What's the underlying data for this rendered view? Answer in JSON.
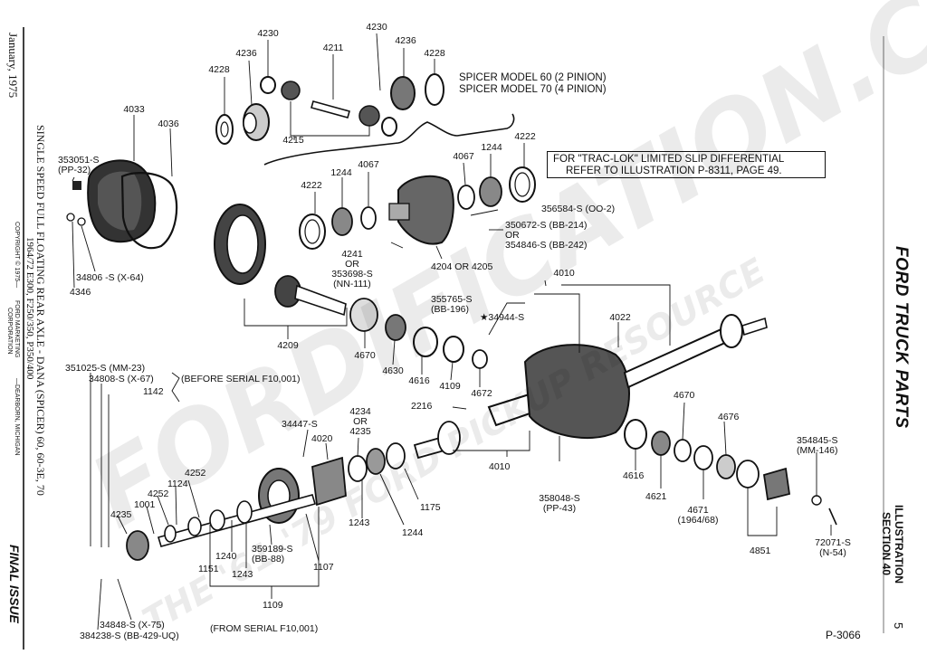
{
  "header": {
    "date": "January, 1975",
    "title_line1": "SINGLE SPEED FULL FLOATING REAR AXLE - DANA (SPICER) 60, 60-3E, 70",
    "title_line2": "1964/72  E300,  F250/350,  P350/400",
    "copyright": "COPYRIGHT © 1975—",
    "corp_line1": "FORD MARKETING",
    "corp_line2": "CORPORATION",
    "location": "—DEARBORN, MICHIGAN",
    "final_issue": "FINAL ISSUE"
  },
  "side": {
    "ford_truck_parts": "FORD TRUCK PARTS",
    "illustration": "ILLUSTRATION",
    "section": "SECTION 40",
    "page_number": "5"
  },
  "spicer": {
    "line1": "SPICER MODEL 60 (2 PINION)",
    "line2": "SPICER MODEL 70 (4 PINION)"
  },
  "note": {
    "line1": "FOR \"TRAC-LOK\" LIMITED SLIP DIFFERENTIAL",
    "line2": "REFER TO ILLUSTRATION P-8311, PAGE 49."
  },
  "figure_id": "P-3066",
  "watermark": {
    "main": "FORDIFICATION.COM",
    "sub": "THE '61-'79 FORD PICKUP RESOURCE"
  },
  "callouts": [
    "4230",
    "4236",
    "4211",
    "4230",
    "4236",
    "4228",
    "4228",
    "4215",
    "4033",
    "4036",
    "353051-S\n(PP-32)",
    "34806 -S (X-64)",
    "4346",
    "4222",
    "1244",
    "4067",
    "4067",
    "1244",
    "4222",
    "356584-S (OO-2)",
    "350672-S (BB-214)\nOR\n354846-S (BB-242)",
    "4241\nOR\n353698-S\n(NN-111)",
    "4204 OR 4205",
    "4209",
    "355765-S\n(BB-196)",
    "★34944-S",
    "4010",
    "4022",
    "4670",
    "4630",
    "4616",
    "4109",
    "4672",
    "351025-S (MM-23)",
    "34808-S (X-67)",
    "1142",
    "(BEFORE SERIAL F10,001)",
    "2216",
    "4234\nOR\n4235",
    "34447-S",
    "4020",
    "4252",
    "1124",
    "4252",
    "1001",
    "4235",
    "1175",
    "1244",
    "1243",
    "4010",
    "4670",
    "4676",
    "354845-S\n(MM-146)",
    "4616",
    "4621",
    "358048-S\n(PP-43)",
    "4671\n(1964/68)",
    "4851",
    "72071-S\n(N-54)",
    "359189-S\n(BB-88)",
    "1240",
    "1243",
    "1151",
    "1107",
    "1109",
    "34848-S (X-75)",
    "384238-S (BB-429-UQ)",
    "(FROM SERIAL F10,001)"
  ]
}
